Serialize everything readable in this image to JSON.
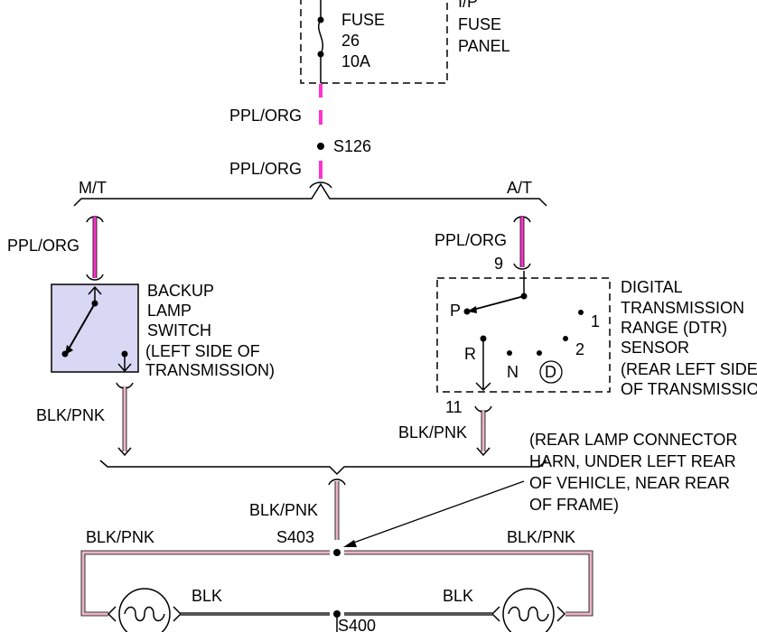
{
  "fuse_panel": {
    "fuse_label": "FUSE",
    "fuse_number": "26",
    "fuse_rating": "10A",
    "panel_line1": "I/P",
    "panel_line2": "FUSE",
    "panel_line3": "PANEL"
  },
  "wires": {
    "fuse_to_splice": "PPL/ORG",
    "splice_to_junction": "PPL/ORG",
    "mt_branch": "PPL/ORG",
    "at_branch": "PPL/ORG",
    "backup_switch_out": "BLK/PNK",
    "dtr_out": "BLK/PNK",
    "junction_to_s403": "BLK/PNK",
    "left_lamp_feed": "BLK/PNK",
    "right_lamp_feed": "BLK/PNK",
    "left_lamp_ground": "BLK",
    "right_lamp_ground": "BLK"
  },
  "splices": {
    "s126": "S126",
    "s403": "S403",
    "s400": "S400"
  },
  "branches": {
    "manual": "M/T",
    "automatic": "A/T"
  },
  "backup_switch": {
    "line1": "BACKUP",
    "line2": "LAMP",
    "line3": "SWITCH",
    "line4": "(LEFT SIDE OF",
    "line5": "TRANSMISSION)"
  },
  "dtr_sensor": {
    "pin_in": "9",
    "pin_out": "11",
    "line1": "DIGITAL",
    "line2": "TRANSMISSION",
    "line3": "RANGE (DTR)",
    "line4": "SENSOR",
    "line5": "(REAR LEFT SIDE",
    "line6": "OF TRANSMISSION)",
    "pos_p": "P",
    "pos_r": "R",
    "pos_n": "N",
    "pos_d": "D",
    "pos_1": "1",
    "pos_2": "2"
  },
  "connector_note": {
    "line1": "(REAR LAMP CONNECTOR",
    "line2": "HARN, UNDER LEFT REAR",
    "line3": "OF VEHICLE, NEAR REAR",
    "line4": "OF FRAME)"
  },
  "colors": {
    "ppl_org": "#ff33cc",
    "blk_pnk": "#e8b4c8",
    "component_fill": "#d8d8f4"
  }
}
